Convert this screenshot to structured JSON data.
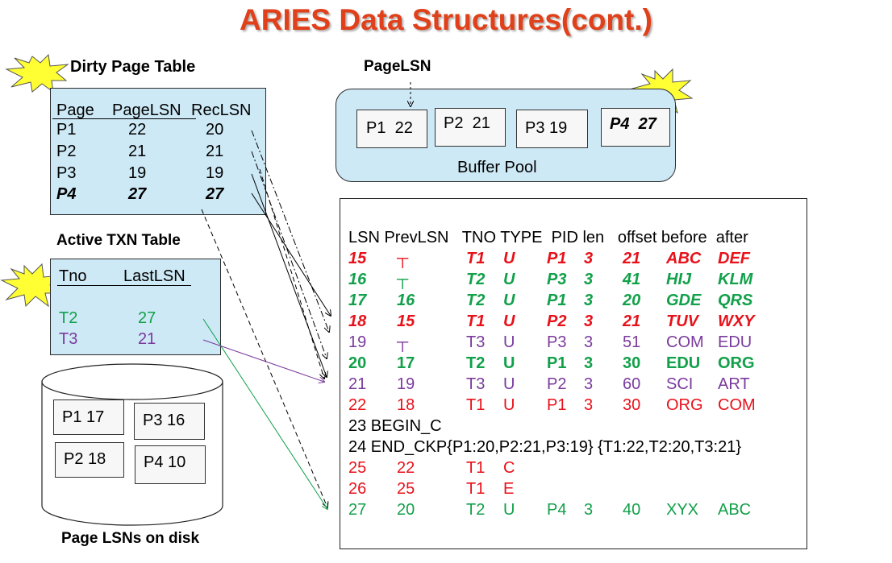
{
  "title": "ARIES Data Structures(cont.)",
  "dirty_page_table": {
    "label": "Dirty Page Table",
    "headers": [
      "Page",
      "PageLSN",
      "RecLSN"
    ],
    "rows": [
      [
        "P1",
        "22",
        "20"
      ],
      [
        "P2",
        "21",
        "21"
      ],
      [
        "P3",
        "19",
        "19"
      ],
      [
        "P4",
        "27",
        "27"
      ]
    ]
  },
  "active_txn_table": {
    "label": "Active TXN Table",
    "headers": [
      "Tno",
      "LastLSN"
    ],
    "rows": [
      [
        "T2",
        "27"
      ],
      [
        "T3",
        "21"
      ]
    ]
  },
  "disk": {
    "label": "Page LSNs on disk",
    "pages": [
      "P1 17",
      "P3 16",
      "P2 18",
      "P4 10"
    ]
  },
  "pagelsn_label": "PageLSN",
  "buffer_pool": {
    "label": "Buffer Pool",
    "pages": [
      "P1  22",
      "P2  21",
      "P3 19",
      "P4  27"
    ]
  },
  "log": {
    "header": "LSN PrevLSN   TNO TYPE  PID len   offset before  after",
    "rows": [
      {
        "c": [
          "15",
          "┬",
          "T1",
          "U",
          "P1",
          "3",
          "21",
          "ABC",
          "DEF"
        ]
      },
      {
        "c": [
          "16",
          "┬",
          "T2",
          "U",
          "P3",
          "3",
          "41",
          "HIJ",
          "KLM"
        ]
      },
      {
        "c": [
          "17",
          "16",
          "T2",
          "U",
          "P1",
          "3",
          "20",
          "GDE",
          "QRS"
        ]
      },
      {
        "c": [
          "18",
          "15",
          "T1",
          "U",
          "P2",
          "3",
          "21",
          "TUV",
          "WXY"
        ]
      },
      {
        "c": [
          "19",
          "┬",
          "T3",
          "U",
          "P3",
          "3",
          "51",
          "COM",
          "EDU"
        ]
      },
      {
        "c": [
          "20",
          "17",
          "T2",
          "U",
          "P1",
          "3",
          "30",
          "EDU",
          "ORG"
        ]
      },
      {
        "c": [
          "21",
          "19",
          "T3",
          "U",
          "P2",
          "3",
          "60",
          "SCI",
          "ART"
        ]
      },
      {
        "c": [
          "22",
          "18",
          "T1",
          "U",
          "P1",
          "3",
          "30",
          "ORG",
          "COM"
        ]
      },
      {
        "text": "23 BEGIN_C"
      },
      {
        "text": "24 END_CKP{P1:20,P2:21,P3:19} {T1:22,T2:20,T3:21}"
      },
      {
        "c": [
          "25",
          "22",
          "T1",
          "C",
          "",
          "",
          "",
          "",
          ""
        ]
      },
      {
        "c": [
          "26",
          "25",
          "T1",
          "E",
          "",
          "",
          "",
          "",
          ""
        ]
      },
      {
        "c": [
          "27",
          "20",
          "T2",
          "U",
          "P4",
          "3",
          "40",
          "XYX",
          "ABC"
        ]
      }
    ]
  },
  "colors": {
    "red": "#e8111a",
    "green": "#12a04a",
    "purple": "#7a3a9c",
    "title": "#e0401a",
    "panel": "#cde9f6"
  }
}
